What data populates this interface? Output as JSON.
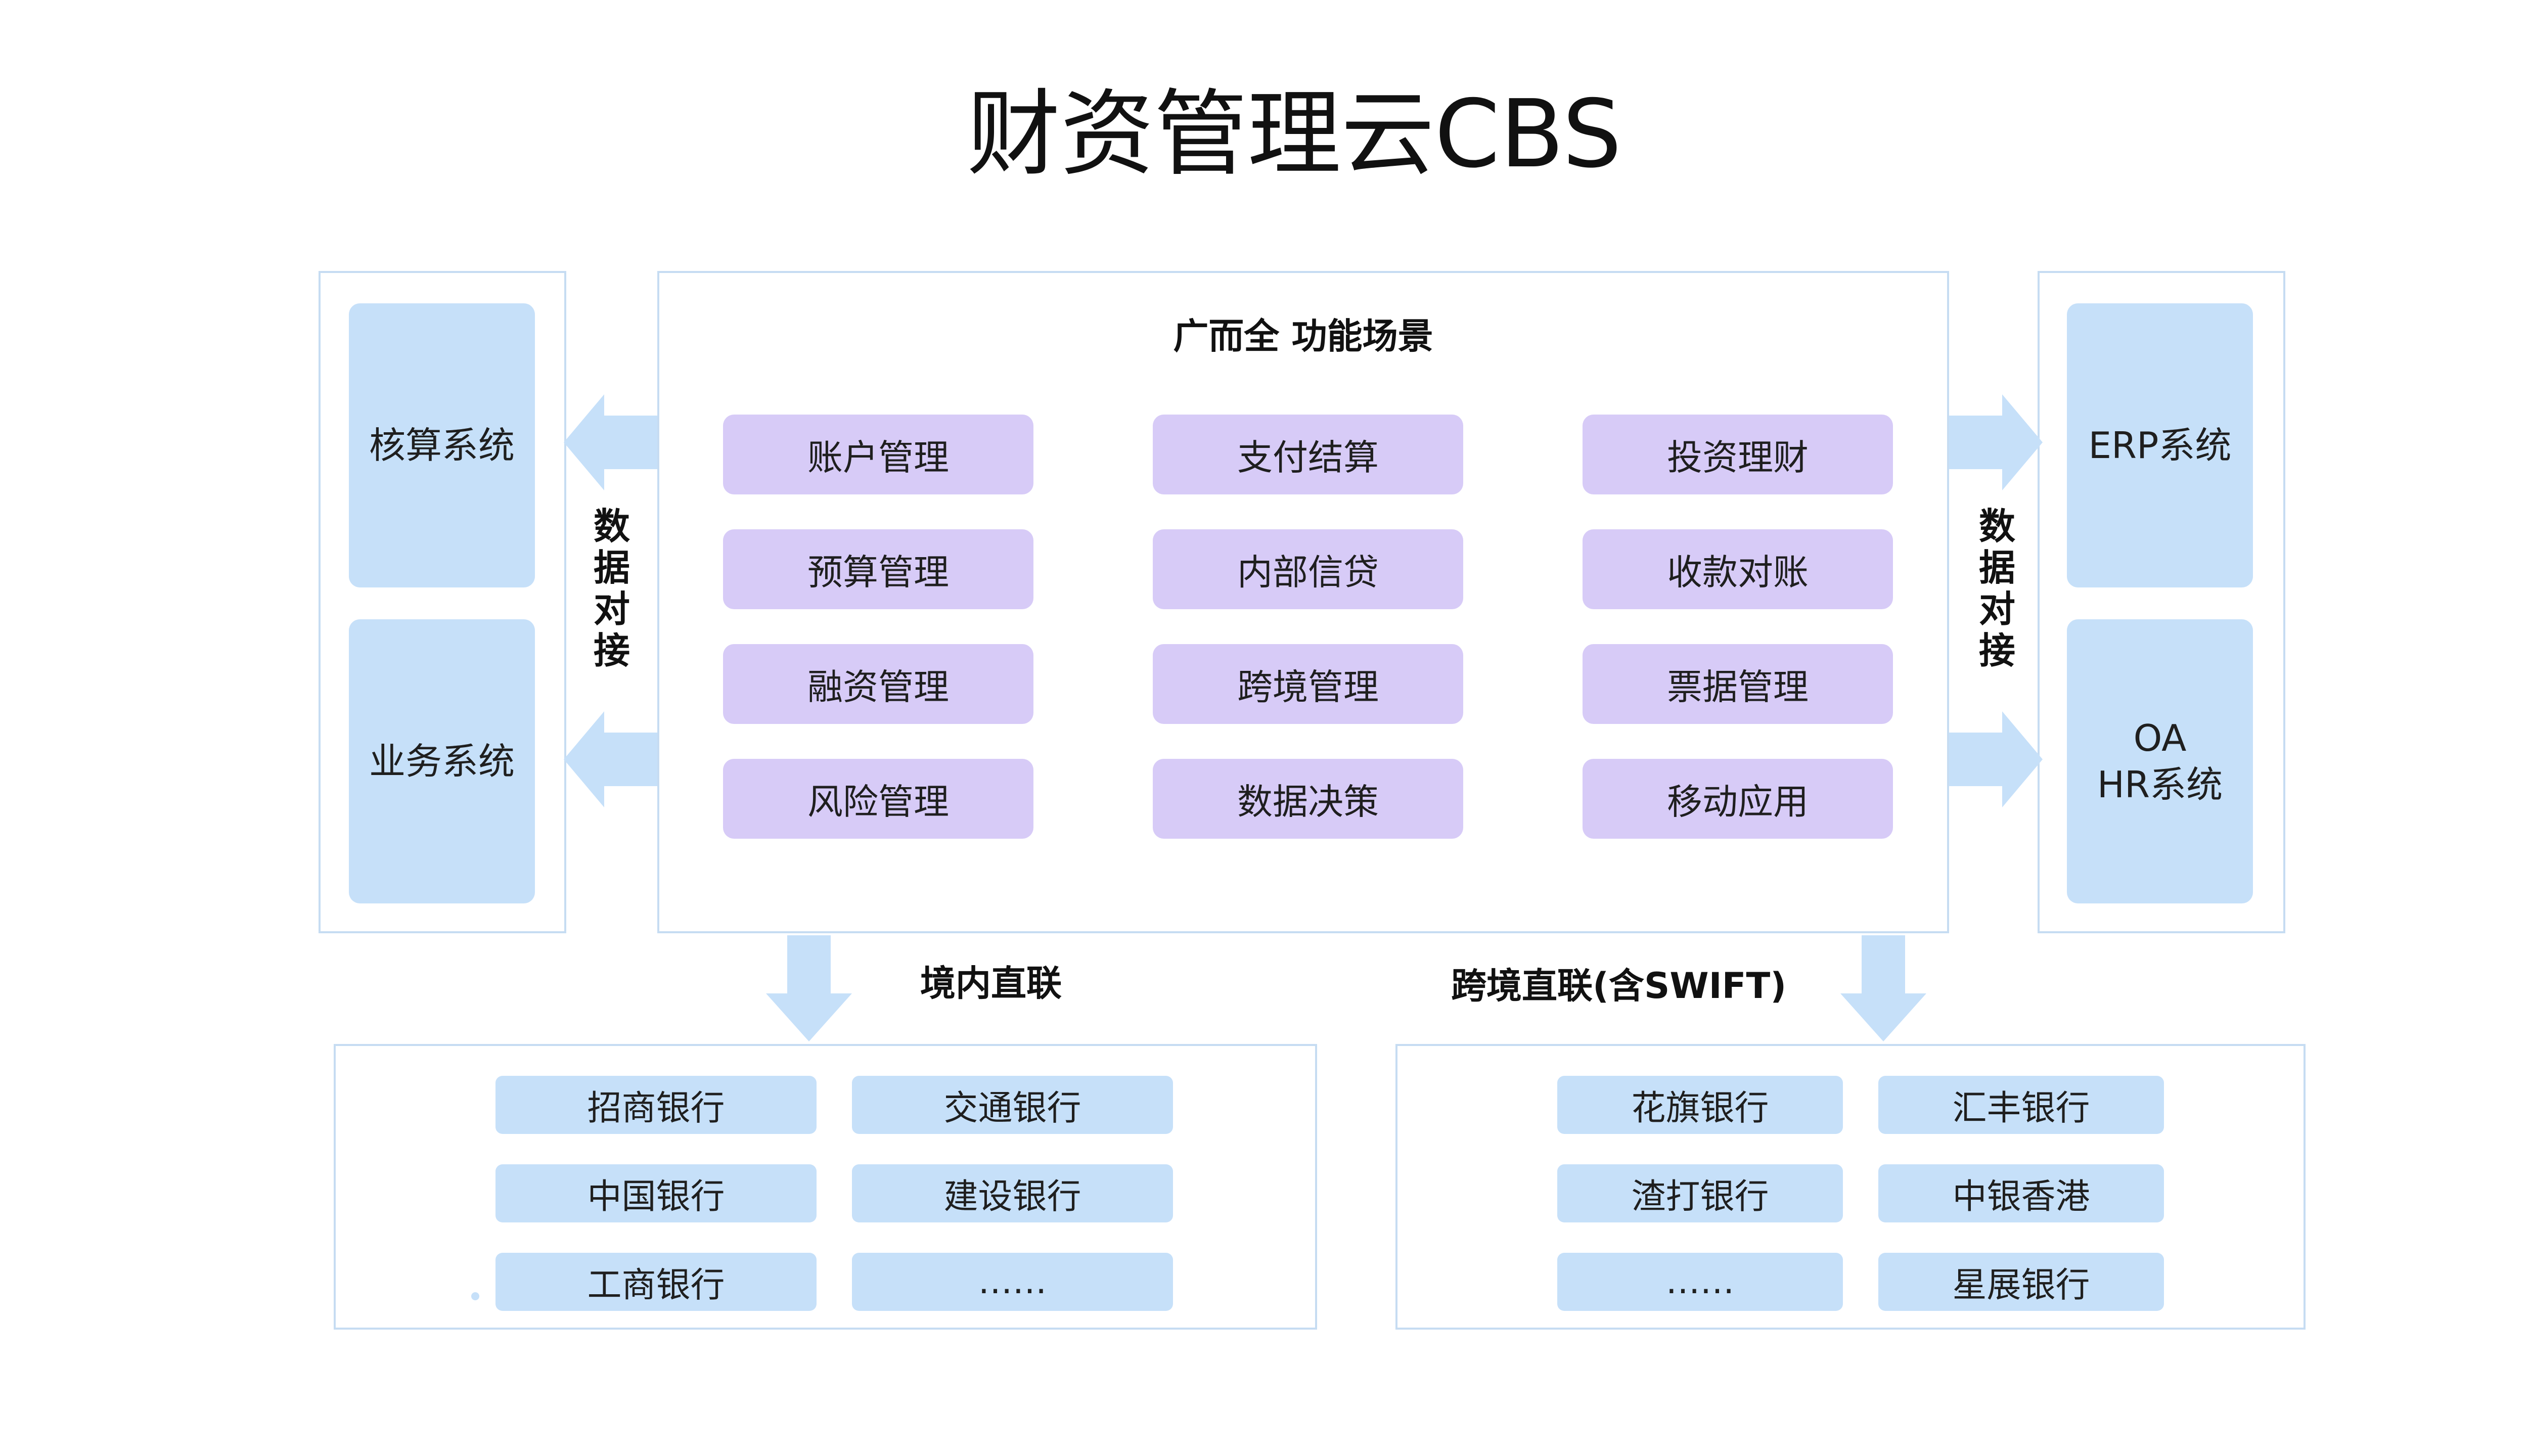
{
  "title": "财资管理云CBS",
  "center": {
    "title": "广而全 功能场景",
    "functions": [
      [
        "账户管理",
        "支付结算",
        "投资理财"
      ],
      [
        "预算管理",
        "内部信贷",
        "收款对账"
      ],
      [
        "融资管理",
        "跨境管理",
        "票据管理"
      ],
      [
        "风险管理",
        "数据决策",
        "移动应用"
      ]
    ]
  },
  "left": {
    "systems": [
      "核算系统",
      "业务系统"
    ],
    "connector": [
      "数",
      "据",
      "对",
      "接"
    ]
  },
  "right": {
    "systems": [
      "ERP系统",
      "OA",
      "HR系统"
    ],
    "connector": [
      "数",
      "据",
      "对",
      "接"
    ]
  },
  "domestic": {
    "label": "境内直联",
    "banks": [
      "招商银行",
      "交通银行",
      "中国银行",
      "建设银行",
      "工商银行",
      "……"
    ]
  },
  "crossborder": {
    "label": "跨境直联(含SWIFT)",
    "banks": [
      "花旗银行",
      "汇丰银行",
      "渣打银行",
      "中银香港",
      "……",
      "星展银行"
    ]
  },
  "colors": {
    "system_box": "#c6e0f9",
    "function_box": "#d7cbf7",
    "frame_border": "#c6dcf2",
    "arrow": "#c6e0f9"
  }
}
